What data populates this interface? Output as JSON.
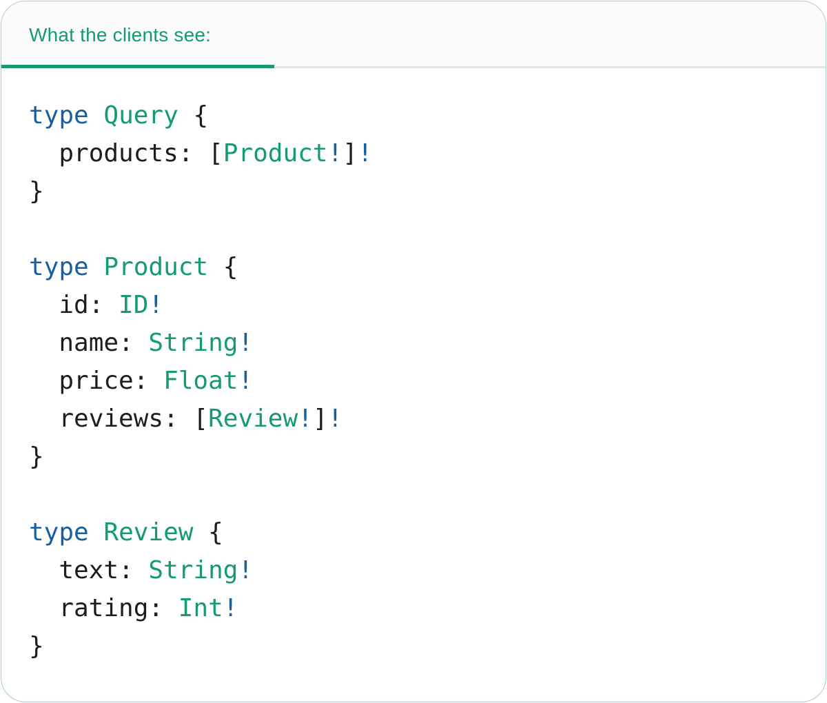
{
  "tab_bar": {
    "active_tab_label": "What the clients see:"
  },
  "colors": {
    "accent_teal": "#169a74",
    "keyword_blue": "#175f9e",
    "code_text": "#1d1d1d",
    "divider_gray": "#e6e6e6",
    "tab_bar_background": "#fbfbfb",
    "panel_background": "#ffffff",
    "panel_border": "#a9d0b5"
  },
  "code": {
    "lines": [
      [
        {
          "t": "type",
          "c": "kw"
        },
        {
          "t": " ",
          "c": "p"
        },
        {
          "t": "Query",
          "c": "ty"
        },
        {
          "t": " {",
          "c": "p"
        }
      ],
      [
        {
          "t": "  products: [",
          "c": "p"
        },
        {
          "t": "Product",
          "c": "ty"
        },
        {
          "t": "!",
          "c": "kw"
        },
        {
          "t": "]",
          "c": "p"
        },
        {
          "t": "!",
          "c": "kw"
        }
      ],
      [
        {
          "t": "}",
          "c": "p"
        }
      ],
      [],
      [
        {
          "t": "type",
          "c": "kw"
        },
        {
          "t": " ",
          "c": "p"
        },
        {
          "t": "Product",
          "c": "ty"
        },
        {
          "t": " {",
          "c": "p"
        }
      ],
      [
        {
          "t": "  id: ",
          "c": "p"
        },
        {
          "t": "ID",
          "c": "ty"
        },
        {
          "t": "!",
          "c": "kw"
        }
      ],
      [
        {
          "t": "  name: ",
          "c": "p"
        },
        {
          "t": "String",
          "c": "ty"
        },
        {
          "t": "!",
          "c": "kw"
        }
      ],
      [
        {
          "t": "  price: ",
          "c": "p"
        },
        {
          "t": "Float",
          "c": "ty"
        },
        {
          "t": "!",
          "c": "kw"
        }
      ],
      [
        {
          "t": "  reviews: [",
          "c": "p"
        },
        {
          "t": "Review",
          "c": "ty"
        },
        {
          "t": "!",
          "c": "kw"
        },
        {
          "t": "]",
          "c": "p"
        },
        {
          "t": "!",
          "c": "kw"
        }
      ],
      [
        {
          "t": "}",
          "c": "p"
        }
      ],
      [],
      [
        {
          "t": "type",
          "c": "kw"
        },
        {
          "t": " ",
          "c": "p"
        },
        {
          "t": "Review",
          "c": "ty"
        },
        {
          "t": " {",
          "c": "p"
        }
      ],
      [
        {
          "t": "  text: ",
          "c": "p"
        },
        {
          "t": "String",
          "c": "ty"
        },
        {
          "t": "!",
          "c": "kw"
        }
      ],
      [
        {
          "t": "  rating: ",
          "c": "p"
        },
        {
          "t": "Int",
          "c": "ty"
        },
        {
          "t": "!",
          "c": "kw"
        }
      ],
      [
        {
          "t": "}",
          "c": "p"
        }
      ]
    ]
  }
}
